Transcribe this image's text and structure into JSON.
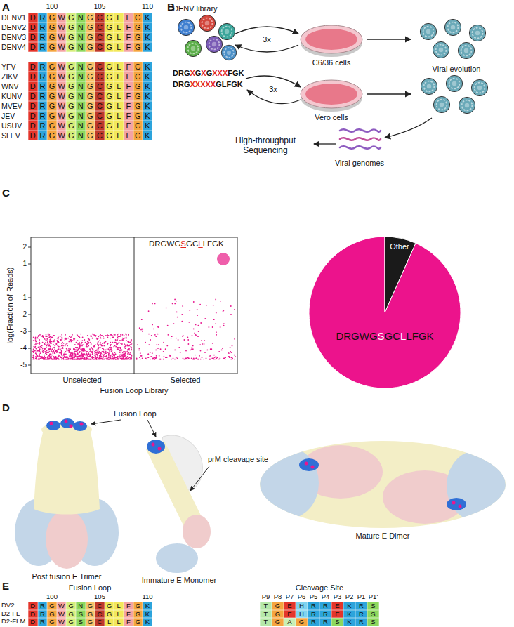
{
  "diagram": {
    "nodes": [
      {
        "text": [
          "D"
        ]
      },
      {
        "text": [
          "R"
        ]
      },
      {
        "text": [
          "G"
        ]
      },
      {
        "text": [
          "W"
        ]
      },
      {
        "text": [
          "G"
        ]
      },
      {
        "text": [
          "N"
        ]
      },
      {
        "text": [
          "G"
        ]
      },
      {
        "text": [
          "C"
        ]
      },
      {
        "text": [
          "G"
        ]
      },
      {
        "text": [
          "L"
        ]
      },
      {
        "text": [
          "F"
        ]
      },
      {
        "text": [
          "G"
        ]
      },
      {
        "text": [
          "K"
        ]
      },
      {
        "text": [
          "D"
        ]
      },
      {
        "text": [
          "R"
        ]
      },
      {
        "text": [
          "G"
        ]
      },
      {
        "text": [
          "W"
        ]
      },
      {
        "text": [
          "G"
        ]
      },
      {
        "text": [
          "N"
        ]
      },
      {
        "text": [
          "G"
        ]
      },
      {
        "text": [
          "C"
        ]
      },
      {
        "text": [
          "G"
        ]
      },
      {
        "text": [
          "L"
        ]
      },
      {
        "text": [
          "F"
        ]
      },
      {
        "text": [
          "G"
        ]
      },
      {
        "text": [
          "K"
        ]
      },
      {
        "text": [
          "D"
        ]
      },
      {
        "text": [
          "R"
        ]
      },
      {
        "text": [
          "G"
        ]
      },
      {
        "text": [
          "W"
        ]
      },
      {
        "text": [
          "G"
        ]
      },
      {
        "text": [
          "N"
        ]
      },
      {
        "text": [
          "G"
        ]
      },
      {
        "text": [
          "C"
        ]
      },
      {
        "text": [
          "G"
        ]
      },
      {
        "text": [
          "L"
        ]
      },
      {
        "text": [
          "F"
        ]
      },
      {
        "text": [
          "G"
        ]
      },
      {
        "text": [
          "K"
        ]
      },
      {
        "text": [
          "D"
        ]
      },
      {
        "text": [
          "R"
        ]
      },
      {
        "text": [
          "G"
        ]
      },
      {
        "text": [
          "W"
        ]
      },
      {
        "text": [
          "G"
        ]
      },
      {
        "text": [
          "N"
        ]
      },
      {
        "text": [
          "G"
        ]
      },
      {
        "text": [
          "C"
        ]
      },
      {
        "text": [
          "G"
        ]
      },
      {
        "text": [
          "L"
        ]
      },
      {
        "text": [
          "F"
        ]
      },
      {
        "text": [
          "G"
        ]
      },
      {
        "text": [
          "K"
        ]
      },
      {
        "text": [
          "D"
        ]
      },
      {
        "text": [
          "R"
        ]
      },
      {
        "text": [
          "G"
        ]
      },
      {
        "text": [
          "W"
        ]
      },
      {
        "text": [
          "G"
        ]
      },
      {
        "text": [
          "N"
        ]
      },
      {
        "text": [
          "G"
        ]
      },
      {
        "text": [
          "C"
        ]
      },
      {
        "text": [
          "G"
        ]
      },
      {
        "text": [
          "L"
        ]
      },
      {
        "text": [
          "F"
        ]
      },
      {
        "text": [
          "G"
        ]
      },
      {
        "text": [
          "K"
        ]
      },
      {
        "text": [
          "D"
        ]
      },
      {
        "text": [
          "R"
        ]
      },
      {
        "text": [
          "G"
        ]
      },
      {
        "text": [
          "W"
        ]
      },
      {
        "text": [
          "G"
        ]
      },
      {
        "text": [
          "N"
        ]
      },
      {
        "text": [
          "G"
        ]
      },
      {
        "text": [
          "C"
        ]
      },
      {
        "text": [
          "G"
        ]
      },
      {
        "text": [
          "L"
        ]
      },
      {
        "text": [
          "F"
        ]
      },
      {
        "text": [
          "G"
        ]
      },
      {
        "text": [
          "K"
        ]
      },
      {
        "text": [
          "D"
        ]
      },
      {
        "text": [
          "R"
        ]
      },
      {
        "text": [
          "G"
        ]
      },
      {
        "text": [
          "W"
        ]
      },
      {
        "text": [
          "G"
        ]
      },
      {
        "text": [
          "N"
        ]
      },
      {
        "text": [
          "G"
        ]
      },
      {
        "text": [
          "C"
        ]
      },
      {
        "text": [
          "G"
        ]
      },
      {
        "text": [
          "L"
        ]
      },
      {
        "text": [
          "F"
        ]
      },
      {
        "text": [
          "G"
        ]
      },
      {
        "text": [
          "K"
        ]
      },
      {
        "text": [
          "D"
        ]
      },
      {
        "text": [
          "R"
        ]
      },
      {
        "text": [
          "G"
        ]
      },
      {
        "text": [
          "W"
        ]
      },
      {
        "text": [
          "G"
        ]
      },
      {
        "text": [
          "N"
        ]
      },
      {
        "text": [
          "G"
        ]
      },
      {
        "text": [
          "C"
        ]
      },
      {
        "text": [
          "G"
        ]
      },
      {
        "text": [
          "L"
        ]
      },
      {
        "text": [
          "F"
        ]
      },
      {
        "text": [
          "G"
        ]
      },
      {
        "text": [
          "K"
        ]
      },
      {
        "text": [
          "D"
        ]
      },
      {
        "text": [
          "R"
        ]
      },
      {
        "text": [
          "G"
        ]
      },
      {
        "text": [
          "W"
        ]
      },
      {
        "text": [
          "G"
        ]
      },
      {
        "text": [
          "N"
        ]
      },
      {
        "text": [
          "G"
        ]
      },
      {
        "text": [
          "C"
        ]
      },
      {
        "text": [
          "G"
        ]
      },
      {
        "text": [
          "L"
        ]
      },
      {
        "text": [
          "F"
        ]
      },
      {
        "text": [
          "G"
        ]
      },
      {
        "text": [
          "K"
        ]
      },
      {
        "text": [
          "D"
        ]
      },
      {
        "text": [
          "R"
        ]
      },
      {
        "text": [
          "G"
        ]
      },
      {
        "text": [
          "W"
        ]
      },
      {
        "text": [
          "G"
        ]
      },
      {
        "text": [
          "N"
        ]
      },
      {
        "text": [
          "G"
        ]
      },
      {
        "text": [
          "C"
        ]
      },
      {
        "text": [
          "G"
        ]
      },
      {
        "text": [
          "L"
        ]
      },
      {
        "text": [
          "F"
        ]
      },
      {
        "text": [
          "G"
        ]
      },
      {
        "text": [
          "K"
        ]
      },
      {
        "text": [
          "D"
        ]
      },
      {
        "text": [
          "R"
        ]
      },
      {
        "text": [
          "G"
        ]
      },
      {
        "text": [
          "W"
        ]
      },
      {
        "text": [
          "G"
        ]
      },
      {
        "text": [
          "N"
        ]
      },
      {
        "text": [
          "G"
        ]
      },
      {
        "text": [
          "C"
        ]
      },
      {
        "text": [
          "G"
        ]
      },
      {
        "text": [
          "L"
        ]
      },
      {
        "text": [
          "F"
        ]
      },
      {
        "text": [
          "G"
        ]
      },
      {
        "text": [
          "K"
        ]
      },
      {
        "text": [
          "D"
        ]
      },
      {
        "text": [
          "R"
        ]
      },
      {
        "text": [
          "G"
        ]
      },
      {
        "text": [
          "W"
        ]
      },
      {
        "text": [
          "G"
        ]
      },
      {
        "text": [
          "N"
        ]
      },
      {
        "text": [
          "G"
        ]
      },
      {
        "text": [
          "C"
        ]
      },
      {
        "text": [
          "G"
        ]
      },
      {
        "text": [
          "L"
        ]
      },
      {
        "text": [
          "F"
        ]
      },
      {
        "text": [
          "G"
        ]
      },
      {
        "text": [
          "K"
        ]
      },
      {
        "text": [
          "D"
        ]
      },
      {
        "text": [
          "R"
        ]
      },
      {
        "text": [
          "G"
        ]
      },
      {
        "text": [
          "W"
        ]
      },
      {
        "text": [
          "G"
        ]
      },
      {
        "text": [
          "N"
        ]
      },
      {
        "text": [
          "G"
        ]
      },
      {
        "text": [
          "C"
        ]
      },
      {
        "text": [
          "G"
        ]
      },
      {
        "text": [
          "L"
        ]
      },
      {
        "text": [
          "F"
        ]
      },
      {
        "text": [
          "G"
        ]
      },
      {
        "text": [
          "K"
        ]
      },
      {
        "text": [
          "D"
        ]
      },
      {
        "text": [
          "R"
        ]
      },
      {
        "text": [
          "G"
        ]
      },
      {
        "text": [
          "W"
        ]
      },
      {
        "text": [
          "G"
        ]
      },
      {
        "text": [
          "S"
        ]
      },
      {
        "text": [
          "G"
        ]
      },
      {
        "text": [
          "C"
        ]
      },
      {
        "text": [
          "G"
        ]
      },
      {
        "text": [
          "L"
        ]
      },
      {
        "text": [
          "F"
        ]
      },
      {
        "text": [
          "G"
        ]
      },
      {
        "text": [
          "K"
        ]
      },
      {
        "text": [
          "D"
        ]
      },
      {
        "text": [
          "R"
        ]
      },
      {
        "text": [
          "G"
        ]
      },
      {
        "text": [
          "W"
        ]
      },
      {
        "text": [
          "G"
        ]
      },
      {
        "text": [
          "S"
        ]
      },
      {
        "text": [
          "G"
        ]
      },
      {
        "text": [
          "C"
        ]
      },
      {
        "text": [
          "L"
        ]
      },
      {
        "text": [
          "L"
        ]
      },
      {
        "text": [
          "F"
        ]
      },
      {
        "text": [
          "G"
        ]
      },
      {
        "text": [
          "K"
        ]
      },
      {
        "text": [
          "T"
        ]
      },
      {
        "text": [
          "G"
        ]
      },
      {
        "text": [
          "E"
        ]
      },
      {
        "text": [
          "H"
        ]
      },
      {
        "text": [
          "R"
        ]
      },
      {
        "text": [
          "R"
        ]
      },
      {
        "text": [
          "E"
        ]
      },
      {
        "text": [
          "K"
        ]
      },
      {
        "text": [
          "R"
        ]
      },
      {
        "text": [
          "S"
        ]
      },
      {
        "text": [
          "T"
        ]
      },
      {
        "text": [
          "G"
        ]
      },
      {
        "text": [
          "E"
        ]
      },
      {
        "text": [
          "H"
        ]
      },
      {
        "text": [
          "R"
        ]
      },
      {
        "text": [
          "R"
        ]
      },
      {
        "text": [
          "E"
        ]
      },
      {
        "text": [
          "K"
        ]
      },
      {
        "text": [
          "R"
        ]
      },
      {
        "text": [
          "S"
        ]
      },
      {
        "text": [
          "T"
        ]
      },
      {
        "text": [
          "G"
        ]
      },
      {
        "text": [
          "A"
        ]
      },
      {
        "text": [
          "G"
        ]
      },
      {
        "text": [
          "R"
        ]
      },
      {
        "text": [
          "R"
        ]
      },
      {
        "text": [
          "S"
        ]
      },
      {
        "text": [
          "K"
        ]
      },
      {
        "text": [
          "R"
        ]
      },
      {
        "text": [
          "S"
        ]
      }
    ],
    "labels": [
      "A",
      "100",
      "105",
      "110",
      "DENV1",
      "DENV2",
      "DENV3",
      "DENV4",
      "YFV",
      "ZIKV",
      "WNV",
      "KUNV",
      "MVEV",
      "JEV",
      "USUV",
      "SLEV",
      "B",
      "DENV library",
      "DRG",
      "X",
      "G",
      "X",
      "G",
      "XXX",
      "FGK",
      "DRG",
      "XXXXX",
      "GLFGK",
      "3x",
      "3x",
      "C6/36 cells",
      "Vero cells",
      "Viral evolution",
      "High-throughput Sequencing",
      "Viral genomes",
      "C",
      "log(Fraction of Reads)",
      "2",
      "1",
      "-1",
      "-2",
      "-3",
      "-4",
      "-5",
      "Unselected",
      "Selected",
      "Fusion Loop Library",
      "DRGWG",
      "S",
      "GC",
      "L",
      "LFGK",
      "Other",
      "DRGWG",
      "S",
      "GC",
      "L",
      "LFGK",
      "D",
      "Fusion Loop",
      "prM cleavage site",
      "Post fusion E Trimer",
      "Immature E Monomer",
      "Mature E Dimer",
      "E",
      "Fusion Loop",
      "100",
      "105",
      "110",
      "Cleavage Site",
      "P9",
      "P8",
      "P7",
      "P6",
      "P5",
      "P4",
      "P3",
      "P2",
      "P1",
      "P1'",
      "DV2",
      "D2-FL",
      "D2-FLM"
    ]
  }
}
